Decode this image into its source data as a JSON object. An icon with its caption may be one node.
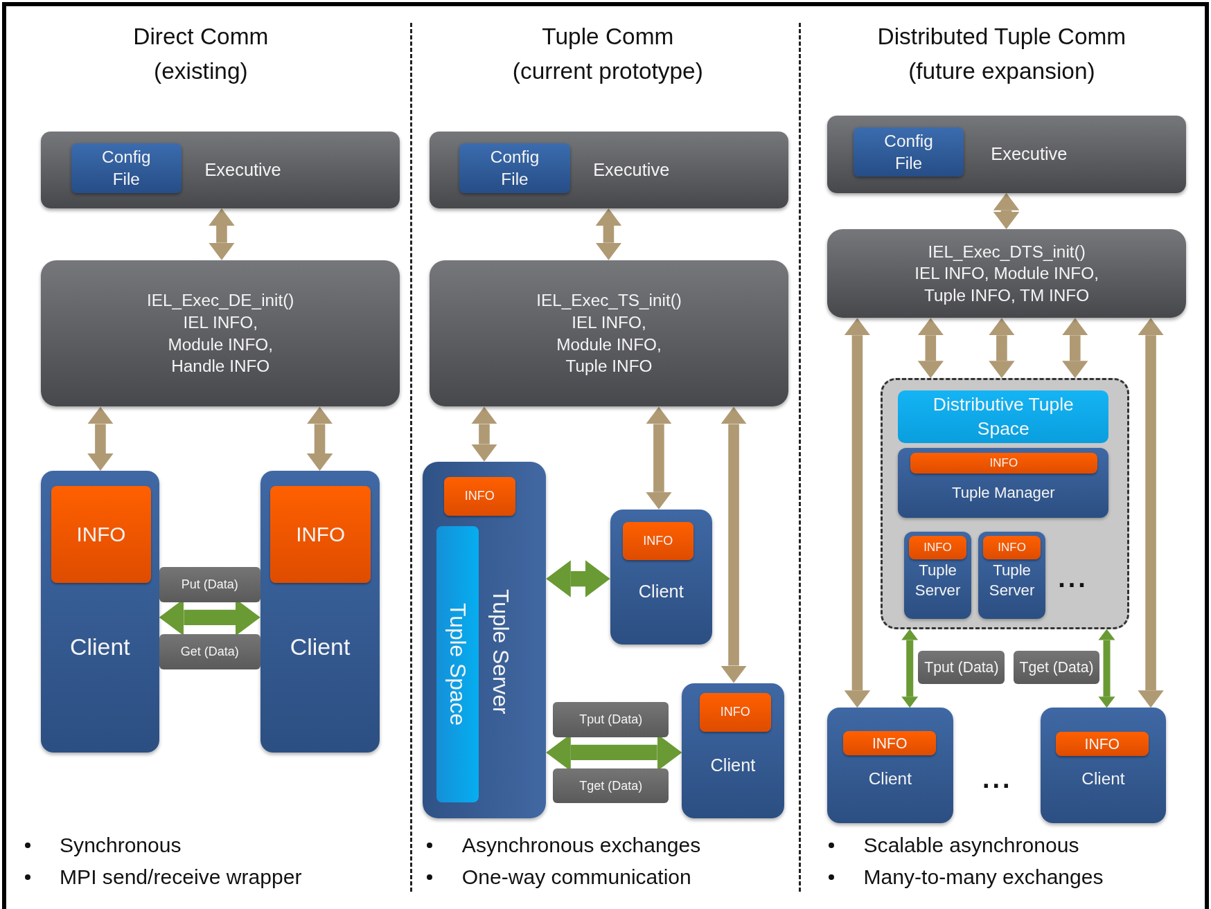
{
  "diagram": {
    "nodes": [
      {
        "text": [
          "Executive"
        ]
      },
      {
        "text": [
          "Config File"
        ],
        "in": 0
      },
      {
        "text": [
          "IEL_Exec_DE_init()",
          "IEL INFO, Module INFO, Handle INFO"
        ]
      },
      {
        "text": [
          "Client"
        ]
      },
      {
        "text": [
          "INFO"
        ],
        "in": 3
      },
      {
        "text": [
          "Client"
        ]
      },
      {
        "text": [
          "INFO"
        ],
        "in": 5
      },
      {
        "text": [
          "Put (Data)"
        ]
      },
      {
        "text": [
          "Get (Data)"
        ]
      },
      {
        "text": [
          "Executive"
        ]
      },
      {
        "text": [
          "Config File"
        ],
        "in": 9
      },
      {
        "text": [
          "IEL_Exec_TS_init()",
          "IEL INFO, Module INFO, Tuple INFO"
        ]
      },
      {
        "text": [
          "Tuple Server"
        ]
      },
      {
        "text": [
          "INFO"
        ],
        "in": 12
      },
      {
        "text": [
          "Tuple Space"
        ],
        "in": 12
      },
      {
        "text": [
          "Client"
        ]
      },
      {
        "text": [
          "INFO"
        ],
        "in": 15
      },
      {
        "text": [
          "Client"
        ]
      },
      {
        "text": [
          "INFO"
        ],
        "in": 17
      },
      {
        "text": [
          "Tput (Data)"
        ]
      },
      {
        "text": [
          "Tget (Data)"
        ]
      },
      {
        "text": [
          "Executive"
        ]
      },
      {
        "text": [
          "Config File"
        ],
        "in": 21
      },
      {
        "text": [
          "IEL_Exec_DTS_init()",
          "IEL INFO, Module INFO, Tuple INFO, TM INFO"
        ]
      },
      {
        "text": [],
        "shape": "box"
      },
      {
        "text": [
          "Distributive Tuple Space"
        ],
        "in": 24
      },
      {
        "text": [
          "Tuple Manager"
        ],
        "in": 24
      },
      {
        "text": [
          "INFO"
        ],
        "in": 26
      },
      {
        "text": [
          "Tuple Server"
        ],
        "in": 24
      },
      {
        "text": [
          "INFO"
        ],
        "in": 28
      },
      {
        "text": [
          "Tuple Server"
        ],
        "in": 24
      },
      {
        "text": [
          "INFO"
        ],
        "in": 30
      },
      {
        "text": [
          "Client"
        ]
      },
      {
        "text": [
          "INFO"
        ],
        "in": 32
      },
      {
        "text": [
          "Client"
        ]
      },
      {
        "text": [
          "INFO"
        ],
        "in": 34
      },
      {
        "text": [
          "Tput (Data)"
        ]
      },
      {
        "text": [
          "Tget (Data)"
        ]
      }
    ],
    "edges": [
      {
        "from": 0,
        "to": 2,
        "arrow": "both"
      },
      {
        "from": 2,
        "to": 3,
        "arrow": "both"
      },
      {
        "from": 2,
        "to": 5,
        "arrow": "both"
      },
      {
        "from": 3,
        "to": 5,
        "arrow": "both",
        "color": "#6a9a34"
      },
      {
        "from": 9,
        "to": 11,
        "arrow": "both"
      },
      {
        "from": 11,
        "to": 12,
        "arrow": "both"
      },
      {
        "from": 11,
        "to": 15,
        "arrow": "both"
      },
      {
        "from": 11,
        "to": 17,
        "arrow": "both"
      },
      {
        "from": 12,
        "to": 15,
        "arrow": "both",
        "color": "#6a9a34"
      },
      {
        "from": 12,
        "to": 17,
        "arrow": "both",
        "color": "#6a9a34"
      },
      {
        "from": 21,
        "to": 23,
        "arrow": "both"
      },
      {
        "from": 23,
        "to": 32,
        "arrow": "both"
      },
      {
        "from": 23,
        "to": 24,
        "arrow": "both"
      },
      {
        "from": 23,
        "to": 24,
        "arrow": "both"
      },
      {
        "from": 23,
        "to": 24,
        "arrow": "both"
      },
      {
        "from": 23,
        "to": 34,
        "arrow": "both"
      },
      {
        "from": 24,
        "to": 32,
        "arrow": "both",
        "color": "#6a9a34"
      },
      {
        "from": 24,
        "to": 34,
        "arrow": "both",
        "color": "#6a9a34"
      }
    ],
    "labels": [
      "Direct Comm (existing)",
      "Tuple Comm (current prototype)",
      "Distributed Tuple Comm (future expansion)",
      "...",
      "...",
      "Synchronous",
      "MPI send/receive wrapper",
      "Asynchronous exchanges",
      "One-way communication",
      "Scalable asynchronous",
      "Many-to-many exchanges"
    ]
  }
}
